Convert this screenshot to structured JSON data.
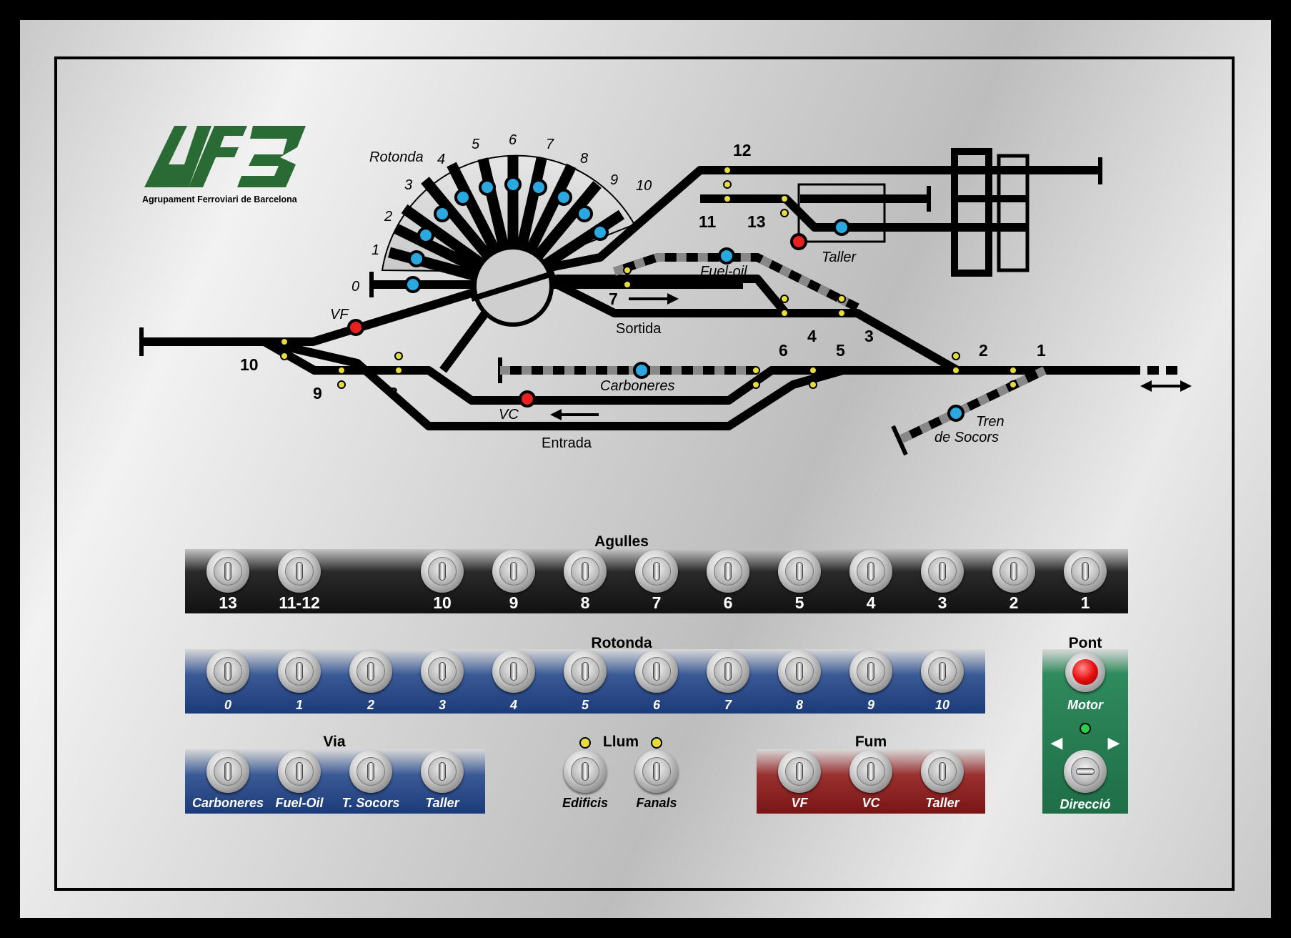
{
  "logo": {
    "subtitle": "Agrupament Ferroviari de Barcelona",
    "color": "#2a6a35"
  },
  "layout": {
    "rotonda_label": "Rotonda",
    "rotonda_tracks": [
      "0",
      "1",
      "2",
      "3",
      "4",
      "5",
      "6",
      "7",
      "8",
      "9",
      "10"
    ],
    "track_labels": {
      "t1": "1",
      "t2": "2",
      "t3": "3",
      "t4": "4",
      "t5": "5",
      "t6": "6",
      "t7": "7",
      "t8": "8",
      "t9": "9",
      "t10": "10",
      "t11": "11",
      "t12": "12",
      "t13": "13"
    },
    "sidings": {
      "fueloil": "Fuel-oil",
      "taller": "Taller",
      "sortida": "Sortida",
      "carboneres": "Carboneres",
      "entrada": "Entrada",
      "tren_line1": "Tren",
      "tren_line2": "de Socors"
    },
    "signals": {
      "vf": "VF",
      "vc": "VC"
    }
  },
  "agulles": {
    "title": "Agulles",
    "switches": [
      "13",
      "11-12",
      "10",
      "9",
      "8",
      "7",
      "6",
      "5",
      "4",
      "3",
      "2",
      "1"
    ]
  },
  "rotonda": {
    "title": "Rotonda",
    "switches": [
      "0",
      "1",
      "2",
      "3",
      "4",
      "5",
      "6",
      "7",
      "8",
      "9",
      "10"
    ]
  },
  "via": {
    "title": "Via",
    "switches": [
      "Carboneres",
      "Fuel-Oil",
      "T. Socors",
      "Taller"
    ]
  },
  "llum": {
    "title": "Llum",
    "switches": [
      "Edificis",
      "Fanals"
    ]
  },
  "fum": {
    "title": "Fum",
    "switches": [
      "VF",
      "VC",
      "Taller"
    ]
  },
  "pont": {
    "title": "Pont",
    "motor_label": "Motor",
    "direction_label": "Direcció"
  },
  "colors": {
    "blue_led": "#2aa8e0",
    "red_led": "#e82020",
    "yellow_led": "#e8dc3a",
    "green_led": "#2ad04a",
    "agulles_bg": "#111111",
    "rotonda_bg": "#1b3a78",
    "fum_bg": "#7a1515",
    "pont_bg": "#1f6e48"
  }
}
